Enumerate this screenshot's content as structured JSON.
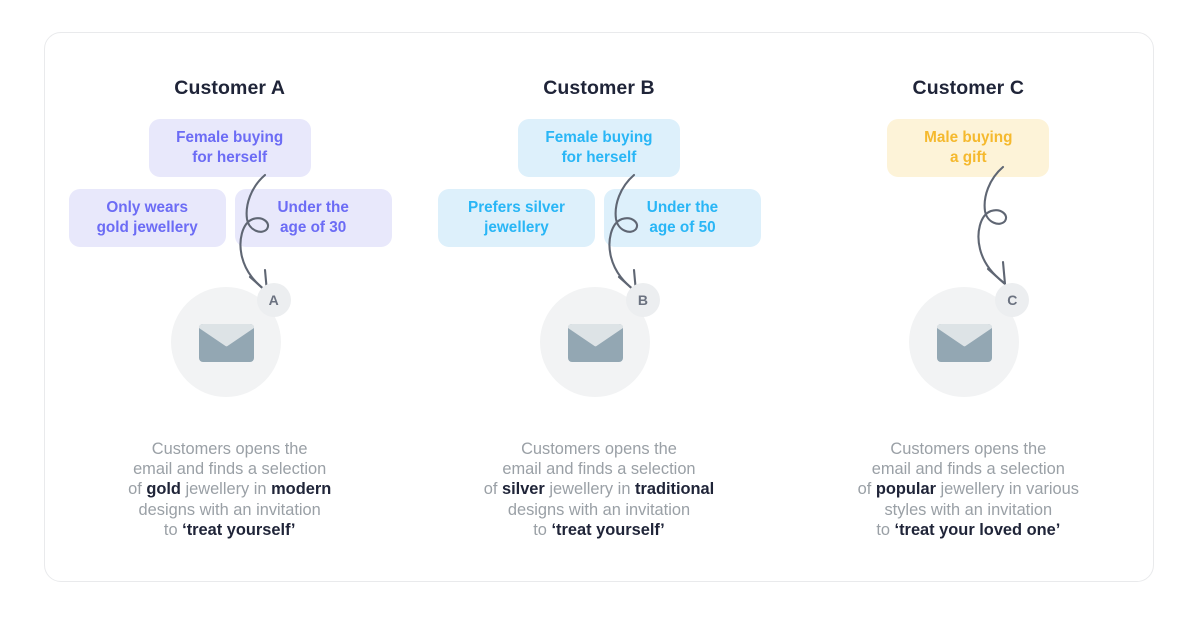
{
  "theme": {
    "page_background": "#ffffff",
    "card_border": "#e9eaec",
    "title_color": "#1f2438",
    "body_text_color": "#9aa0a6",
    "emphasis_color": "#1f2438",
    "avatar_circle": "#f2f3f4",
    "badge_background": "#eceef0",
    "badge_text": "#6b7280",
    "envelope_flap": "#dde3e6",
    "envelope_body": "#93a7b3",
    "arrow_stroke": "#5f6673"
  },
  "columns": [
    {
      "title": "Customer A",
      "accent_background": "#e8e8fb",
      "accent_text": "#6c6cf5",
      "pills": {
        "row1": "Female buying\nfor herself",
        "row2_left": "Only wears\ngold jewellery",
        "row2_right": "Under the\nage of 30"
      },
      "badge_letter": "A",
      "avatar_icon": "envelope-icon",
      "description": {
        "line1": "Customers opens the",
        "line2": "email and finds a selection",
        "line3_pre": "of ",
        "line3_bold1": "gold",
        "line3_mid": " jewellery in ",
        "line3_bold2": "modern",
        "line4": "designs with an invitation",
        "line5_pre": "to ",
        "line5_quote": "‘treat yourself’"
      }
    },
    {
      "title": "Customer B",
      "accent_background": "#ddf0fb",
      "accent_text": "#29b6f6",
      "pills": {
        "row1": "Female buying\nfor herself",
        "row2_left": "Prefers silver\njewellery",
        "row2_right": "Under the\nage of 50"
      },
      "badge_letter": "B",
      "avatar_icon": "envelope-icon",
      "description": {
        "line1": "Customers opens the",
        "line2": "email and finds a selection",
        "line3_pre": "of ",
        "line3_bold1": "silver",
        "line3_mid": " jewellery in ",
        "line3_bold2": "traditional",
        "line4": "designs with an invitation",
        "line5_pre": "to ",
        "line5_quote": "‘treat yourself’"
      }
    },
    {
      "title": "Customer C",
      "accent_background": "#fdf3d8",
      "accent_text": "#f5b92e",
      "pills": {
        "row1": "Male buying\na gift",
        "row2_left": null,
        "row2_right": null
      },
      "badge_letter": "C",
      "avatar_icon": "envelope-icon",
      "description": {
        "line1": "Customers opens the",
        "line2": "email and finds a selection",
        "line3_pre": "of ",
        "line3_bold1": "popular",
        "line3_mid": " jewellery in various",
        "line3_bold2": "",
        "line4": "styles with an invitation",
        "line5_pre": "to ",
        "line5_quote": "‘treat your loved one’"
      }
    }
  ]
}
